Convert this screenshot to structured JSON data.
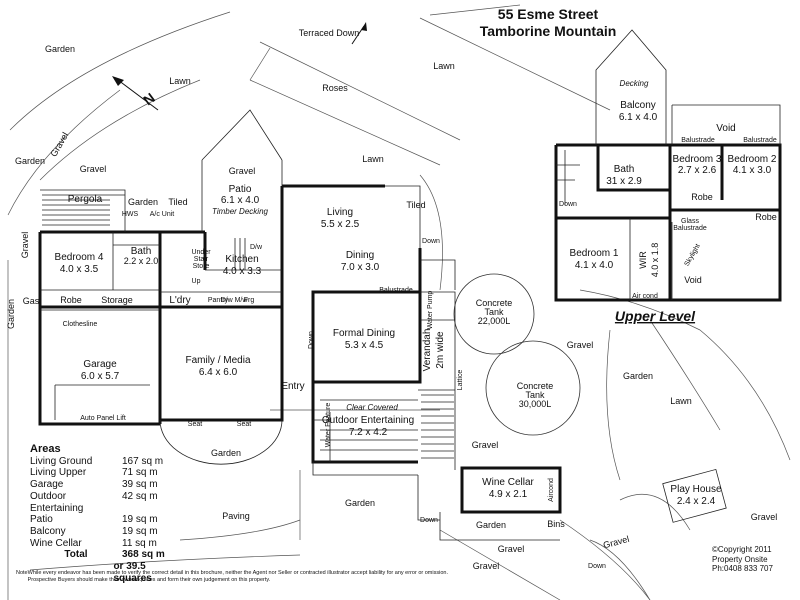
{
  "title": {
    "line1": "55 Esme Street",
    "line2": "Tamborine Mountain"
  },
  "upper_level_label": "Upper Level",
  "rooms": {
    "pergola": "Pergola",
    "hws": "HWS",
    "a_c_unit": "A/c Unit",
    "tiled_left": "Tiled",
    "patio_name": "Patio",
    "patio_dim": "6.1 x 4.0",
    "patio_note": "Timber Decking",
    "living_name": "Living",
    "living_dim": "5.5 x 2.5",
    "tiled_right": "Tiled",
    "bedroom4_name": "Bedroom 4",
    "bedroom4_dim": "4.0 x 3.5",
    "bath_name": "Bath",
    "bath_dim": "2.2 x 2.0",
    "under_stair_1": "Under",
    "under_stair_2": "Stair",
    "under_stair_3": "Store",
    "up": "Up",
    "kitchen_name": "Kitchen",
    "kitchen_dim": "4.0 x 3.3",
    "dw": "D/w",
    "dining_name": "Dining",
    "dining_dim": "7.0 x 3.0",
    "down_dining": "Down",
    "robe": "Robe",
    "storage": "Storage",
    "laundry": "L'dry",
    "pantry": "Pantry",
    "dw_mw": "D/w M/w",
    "frg": "Frg",
    "balustrade": "Balustrade",
    "water_pump": "Water Pump",
    "formal_dining_name": "Formal Dining",
    "formal_dining_dim": "5.3 x 4.5",
    "down_formal": "Down",
    "clothesline": "Clothesline",
    "garage_name": "Garage",
    "garage_dim": "6.0 x 5.7",
    "auto_panel_lift": "Auto Panel Lift",
    "family_name": "Family / Media",
    "family_dim": "6.4 x 6.0",
    "entry": "Entry",
    "verandah_name": "Verandah",
    "verandah_width": "2m wide",
    "lattice": "Lattice",
    "clear_covered": "Clear Covered",
    "outdoor_name": "Outdoor Entertaining",
    "outdoor_dim": "7.2 x 4.2",
    "water_feature": "Water Feature",
    "seat1": "Seat",
    "seat2": "Seat",
    "wine_cellar_name": "Wine Cellar",
    "wine_cellar_dim": "4.9 x 2.1",
    "aircond_cellar": "Aircond",
    "bins": "Bins",
    "down_lower": "Down",
    "gas": "Gas",
    "play_house_name": "Play House",
    "play_house_dim": "2.4 x 2.4"
  },
  "upper": {
    "decking": "Decking",
    "balcony_name": "Balcony",
    "balcony_dim": "6.1 x 4.0",
    "void_top": "Void",
    "balustrade_left": "Balustrade",
    "balustrade_right": "Balustrade",
    "bath_name": "Bath",
    "bath_dim": "31 x 2.9",
    "bedroom3_name": "Bedroom 3",
    "bedroom3_dim": "2.7 x 2.6",
    "bedroom2_name": "Bedroom 2",
    "bedroom2_dim": "4.1 x 3.0",
    "robe3": "Robe",
    "robe2": "Robe",
    "down": "Down",
    "glass_balustrade_1": "Glass",
    "glass_balustrade_2": "Balustrade",
    "bedroom1_name": "Bedroom 1",
    "bedroom1_dim": "4.1 x 4.0",
    "wir_name": "WIR",
    "wir_dim": "4.0 x 1.8",
    "skylight": "Skylight",
    "void_bottom": "Void",
    "air_cond": "Air cond"
  },
  "landscape": {
    "garden_tl": "Garden",
    "lawn_tl": "Lawn",
    "terraced_down": "Terraced Down",
    "lawn_top": "Lawn",
    "roses": "Roses",
    "lawn_mid": "Lawn",
    "gravel_left": "Gravel",
    "garden_left": "Garden",
    "gravel_1": "Gravel",
    "garden_2": "Garden",
    "gravel_patio": "Gravel",
    "gravel_side": "Gravel",
    "garden_side": "Garden",
    "tank1_name": "Concrete",
    "tank1_type": "Tank",
    "tank1_cap": "22,000L",
    "tank2_name": "Concrete",
    "tank2_type": "Tank",
    "tank2_cap": "30,000L",
    "gravel_right": "Gravel",
    "garden_right": "Garden",
    "lawn_right": "Lawn",
    "gravel_mid": "Gravel",
    "garden_bay": "Garden",
    "paving": "Paving",
    "garden_bottom": "Garden",
    "garden_cellar": "Garden",
    "gravel_bottom": "Gravel",
    "gravel_br": "Gravel",
    "down_br": "Down",
    "gravel_far": "Gravel",
    "gravel_bottom_mid": "Gravel",
    "north": "N"
  },
  "areas": {
    "heading": "Areas",
    "rows": [
      {
        "name": "Living Ground",
        "value": "167 sq m"
      },
      {
        "name": "Living Upper",
        "value": "71 sq m"
      },
      {
        "name": "Garage",
        "value": "39 sq m"
      },
      {
        "name": "Outdoor Entertaining",
        "value": "42 sq m"
      },
      {
        "name": "Patio",
        "value": "19 sq m"
      },
      {
        "name": "Balcony",
        "value": "19 sq m"
      },
      {
        "name": "Wine Cellar",
        "value": "11 sq m"
      }
    ],
    "total_label": "Total",
    "total_value": "368 sq m",
    "squares": "or 39.5 squares"
  },
  "note": {
    "label": "Note",
    "text": "While every endeavor has been made to verify the correct detail in this brochure, neither the Agent nor Seller or contracted illustrator accept liability for any error or omission. Prospective Buyers should make their own enquiries and form their own judgement on this property."
  },
  "copyright": {
    "line1": "©Copyright 2011",
    "line2": "Property Onsite",
    "line3": "Ph:0408 833 707"
  }
}
